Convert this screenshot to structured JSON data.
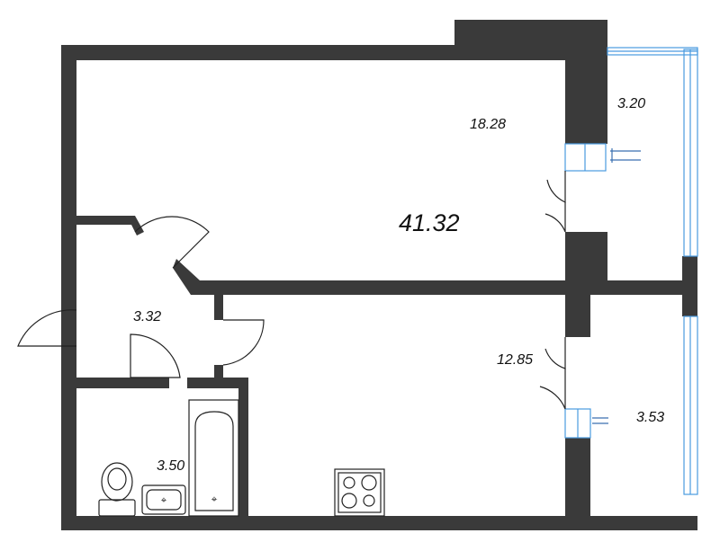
{
  "plan": {
    "total_area": "41.32",
    "rooms": {
      "living_room": "18.28",
      "loggia_top": "3.20",
      "hallway": "3.32",
      "kitchen": "12.85",
      "loggia_bottom": "3.53",
      "bathroom": "3.50"
    }
  },
  "colors": {
    "wall": "#3a3a3a",
    "window": "#4a9be0",
    "fixture_stroke": "#222222"
  }
}
